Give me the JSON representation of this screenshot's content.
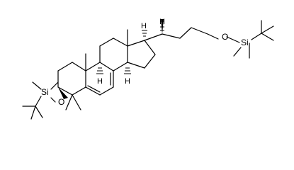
{
  "atoms": {
    "silicon": "Si",
    "oxygen": "O",
    "hydrogen": "H"
  }
}
